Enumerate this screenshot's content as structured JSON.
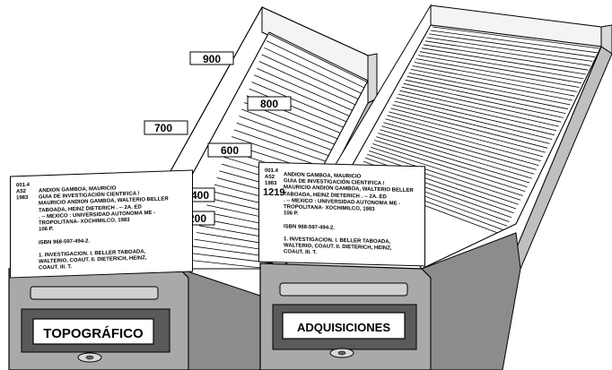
{
  "drawer_left": {
    "label": "TOPOGRÁFICO",
    "guides": [
      "900",
      "800",
      "700",
      "600",
      "400",
      "200"
    ],
    "card": {
      "call_number": "001.4\nA52\n1983",
      "text": "ANDION GAMBOA, MAURICIO\n        GUIA DE INVESTIGACIÓN CIENTIFICA /\nMAURICIO ANDION GAMBOA, WALTERIO BELLER\nTABOADA, HEINZ DIETERICH . --     2A.  ED\n.   --   MEXICO :  UNIVERSIDAD AUTONOMA ME -\nTROPOLITANA- XOCHIMILCO, 1983\n        106  P.\n\n        ISBN  968-597-494-2.\n\n        1.  INVESTIGACION.   I.  BELLER TABOADA,\nWALTERIO, COAUT.  II.  DIETERICH,  HEINZ,\nCOAUT.  III.  T."
    }
  },
  "drawer_right": {
    "label": "ADQUISICIONES",
    "card": {
      "call_number": "001.4\nA52\n1983",
      "accession": "1219",
      "text": "ANDION GAMBOA, MAURICIO\n        GUIA DE INVESTIGACIÓN CIENTIFICA /\nMAURICIO ANDION GAMBOA, WALTERIO BELLER\nTABOADA, HEINZ DIETERICH .  --     2A.  ED\n.   --   MEXICO :  UNIVERSIDAD AUTONOMA ME -\nTROPOLITANA- XOCHIMILCO, 1983\n        106  P.\n\n        ISBN  968-597-494-2.\n\n        1.  INVESTIGACION.   I.  BELLER TABOADA,\nWALTERIO, COAUT.  II.  DIETERICH,  HEINZ,\nCOAUT.  III.  T."
    }
  }
}
